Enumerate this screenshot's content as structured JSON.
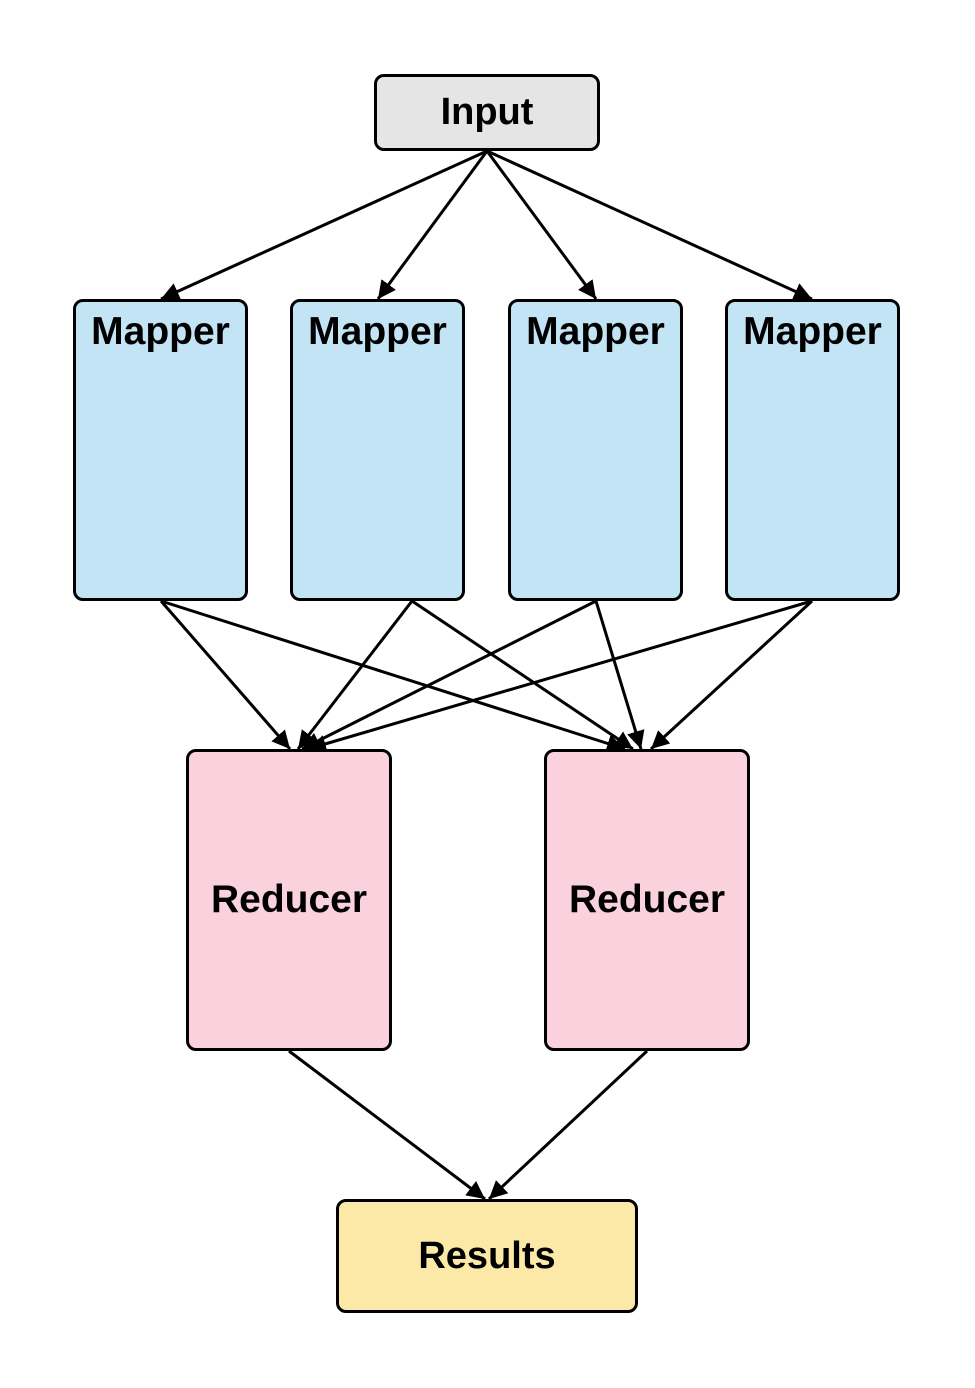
{
  "diagram": {
    "input": {
      "label": "Input"
    },
    "mappers": [
      {
        "label": "Mapper"
      },
      {
        "label": "Mapper"
      },
      {
        "label": "Mapper"
      },
      {
        "label": "Mapper"
      }
    ],
    "reducers": [
      {
        "label": "Reducer"
      },
      {
        "label": "Reducer"
      }
    ],
    "results": {
      "label": "Results"
    },
    "edges": [
      {
        "from": "input",
        "to": "mapper-1"
      },
      {
        "from": "input",
        "to": "mapper-2"
      },
      {
        "from": "input",
        "to": "mapper-3"
      },
      {
        "from": "input",
        "to": "mapper-4"
      },
      {
        "from": "mapper-1",
        "to": "reducer-1"
      },
      {
        "from": "mapper-1",
        "to": "reducer-2"
      },
      {
        "from": "mapper-2",
        "to": "reducer-1"
      },
      {
        "from": "mapper-2",
        "to": "reducer-2"
      },
      {
        "from": "mapper-3",
        "to": "reducer-1"
      },
      {
        "from": "mapper-3",
        "to": "reducer-2"
      },
      {
        "from": "mapper-4",
        "to": "reducer-1"
      },
      {
        "from": "mapper-4",
        "to": "reducer-2"
      },
      {
        "from": "reducer-1",
        "to": "results"
      },
      {
        "from": "reducer-2",
        "to": "results"
      }
    ]
  },
  "colors": {
    "input_fill": "#e5e5e5",
    "mapper_fill": "#c3e4f5",
    "reducer_fill": "#f9d2de",
    "results_fill": "#fce9a8",
    "stroke": "#000000"
  }
}
